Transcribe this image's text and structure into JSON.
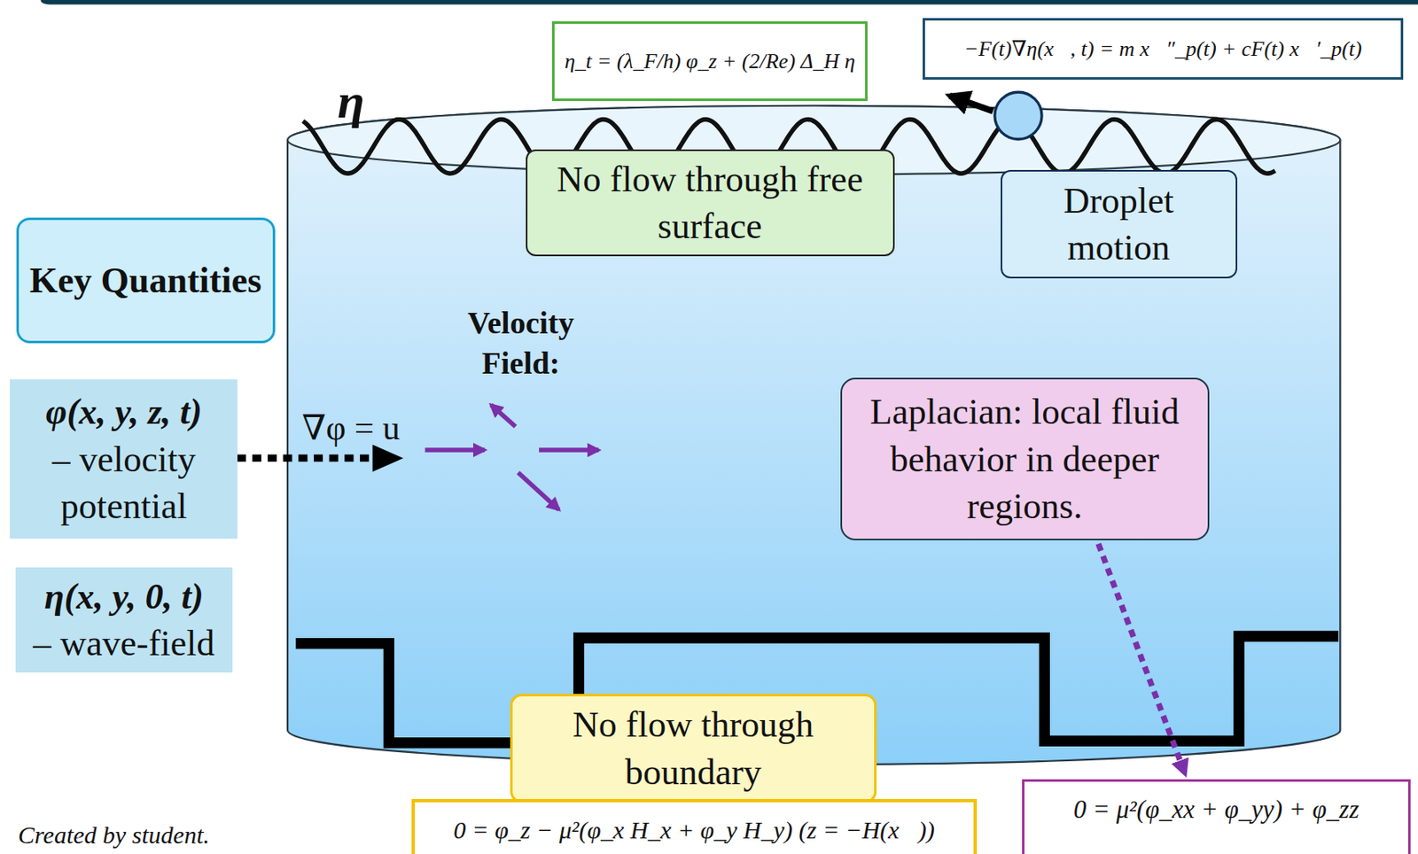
{
  "diagram": {
    "nodes": [
      {
        "text": [
          "η_t = (λ_F/h) φ_z + (2/Re) Δ_H η"
        ]
      },
      {
        "text": [
          "−F(t)∇η(x⃗, t) = m x⃗″_p(t) + cF(t) x⃗′_p(t)"
        ]
      },
      {
        "text": [
          "No flow through free surface"
        ]
      },
      {
        "text": [
          "Droplet motion"
        ]
      },
      {
        "text": [
          "Key Quantities"
        ]
      },
      {
        "text": [
          "φ(x, y, z, t)",
          "– velocity potential"
        ]
      },
      {
        "text": [
          "η(x, y, 0, t)",
          "– wave-field"
        ]
      },
      {
        "text": [
          "Laplacian: local fluid behavior in deeper regions."
        ]
      },
      {
        "text": [
          "No flow through boundary"
        ]
      },
      {
        "text": [
          "0 = φ_z − μ²(φ_x H_x + φ_y H_y)  (z = −H(x⃗))"
        ]
      },
      {
        "text": [
          "0 = μ²(φ_xx + φ_yy) + φ_zz"
        ]
      }
    ],
    "edges": [
      {
        "from": 7,
        "to": 10,
        "arrow": "to"
      }
    ],
    "labels": [
      "η",
      "Velocity Field:",
      "∇φ = u",
      "Created by student."
    ]
  }
}
